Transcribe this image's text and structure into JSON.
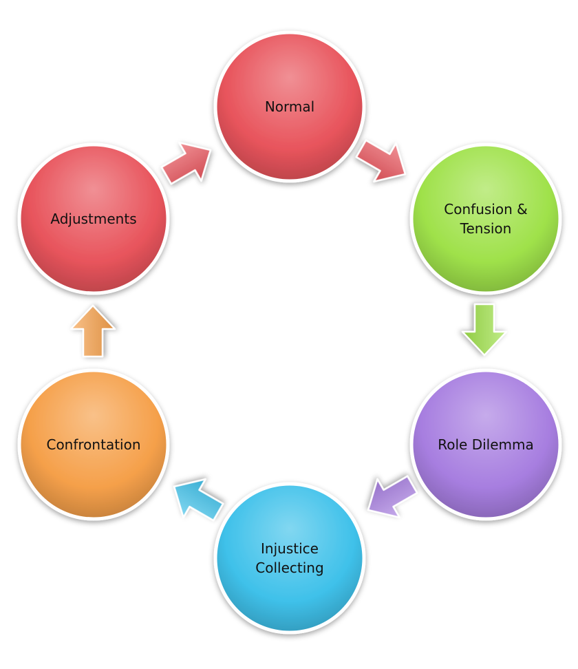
{
  "diagram": {
    "type": "cycle",
    "nodes": [
      {
        "id": "normal",
        "lines": [
          "Normal"
        ],
        "color": "#e8545c"
      },
      {
        "id": "confusion",
        "lines": [
          "Confusion &",
          "Tension"
        ],
        "color": "#9fe14a"
      },
      {
        "id": "role",
        "lines": [
          "Role Dilemma"
        ],
        "color": "#a77ee0"
      },
      {
        "id": "injustice",
        "lines": [
          "Injustice",
          "Collecting"
        ],
        "color": "#3fc1ea"
      },
      {
        "id": "confrontation",
        "lines": [
          "Confrontation"
        ],
        "color": "#f5a04a"
      },
      {
        "id": "adjustments",
        "lines": [
          "Adjustments"
        ],
        "color": "#e8545c"
      }
    ],
    "arrows": [
      {
        "from": "adjustments",
        "to": "normal",
        "color": "#e8545c"
      },
      {
        "from": "normal",
        "to": "confusion",
        "color": "#e8545c"
      },
      {
        "from": "confusion",
        "to": "role",
        "color": "#9fe14a"
      },
      {
        "from": "role",
        "to": "injustice",
        "color": "#a77ee0"
      },
      {
        "from": "injustice",
        "to": "confrontation",
        "color": "#3fc1ea"
      },
      {
        "from": "confrontation",
        "to": "adjustments",
        "color": "#f5a04a"
      }
    ]
  }
}
